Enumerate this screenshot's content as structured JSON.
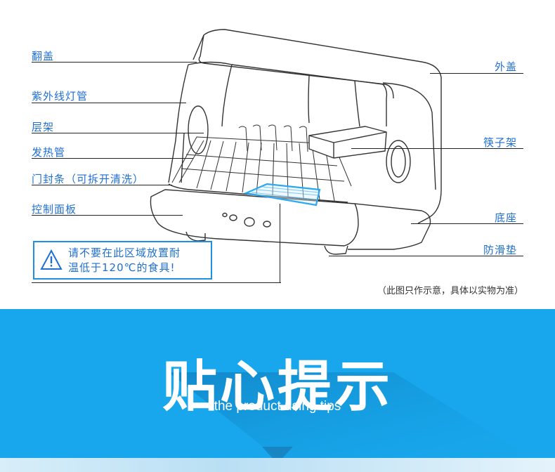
{
  "labels_left": [
    {
      "key": "flip_lid",
      "text": "翻盖"
    },
    {
      "key": "uv_tube",
      "text": "紫外线灯管"
    },
    {
      "key": "shelf",
      "text": "层架"
    },
    {
      "key": "heating_tube",
      "text": "发热管"
    },
    {
      "key": "door_seal",
      "text": "门封条（可拆开清洗）"
    },
    {
      "key": "control_panel",
      "text": "控制面板"
    }
  ],
  "labels_right": [
    {
      "key": "outer_cover",
      "text": "外盖"
    },
    {
      "key": "chopstick_rack",
      "text": "筷子架"
    },
    {
      "key": "base",
      "text": "底座"
    },
    {
      "key": "antislip_pad",
      "text": "防滑垫"
    }
  ],
  "warning": {
    "line1": "请不要在此区域放置耐",
    "line2": "温低于120℃的食具!"
  },
  "note": "（此图只作示意，具体以实物为准）",
  "banner": {
    "title": "贴心提示",
    "subtitle": "the product using tips",
    "color": "#18a7ec"
  },
  "colors": {
    "label": "#1f6fd1",
    "warning_border": "#1f8fe0",
    "highlight": "#2aa8f0"
  }
}
